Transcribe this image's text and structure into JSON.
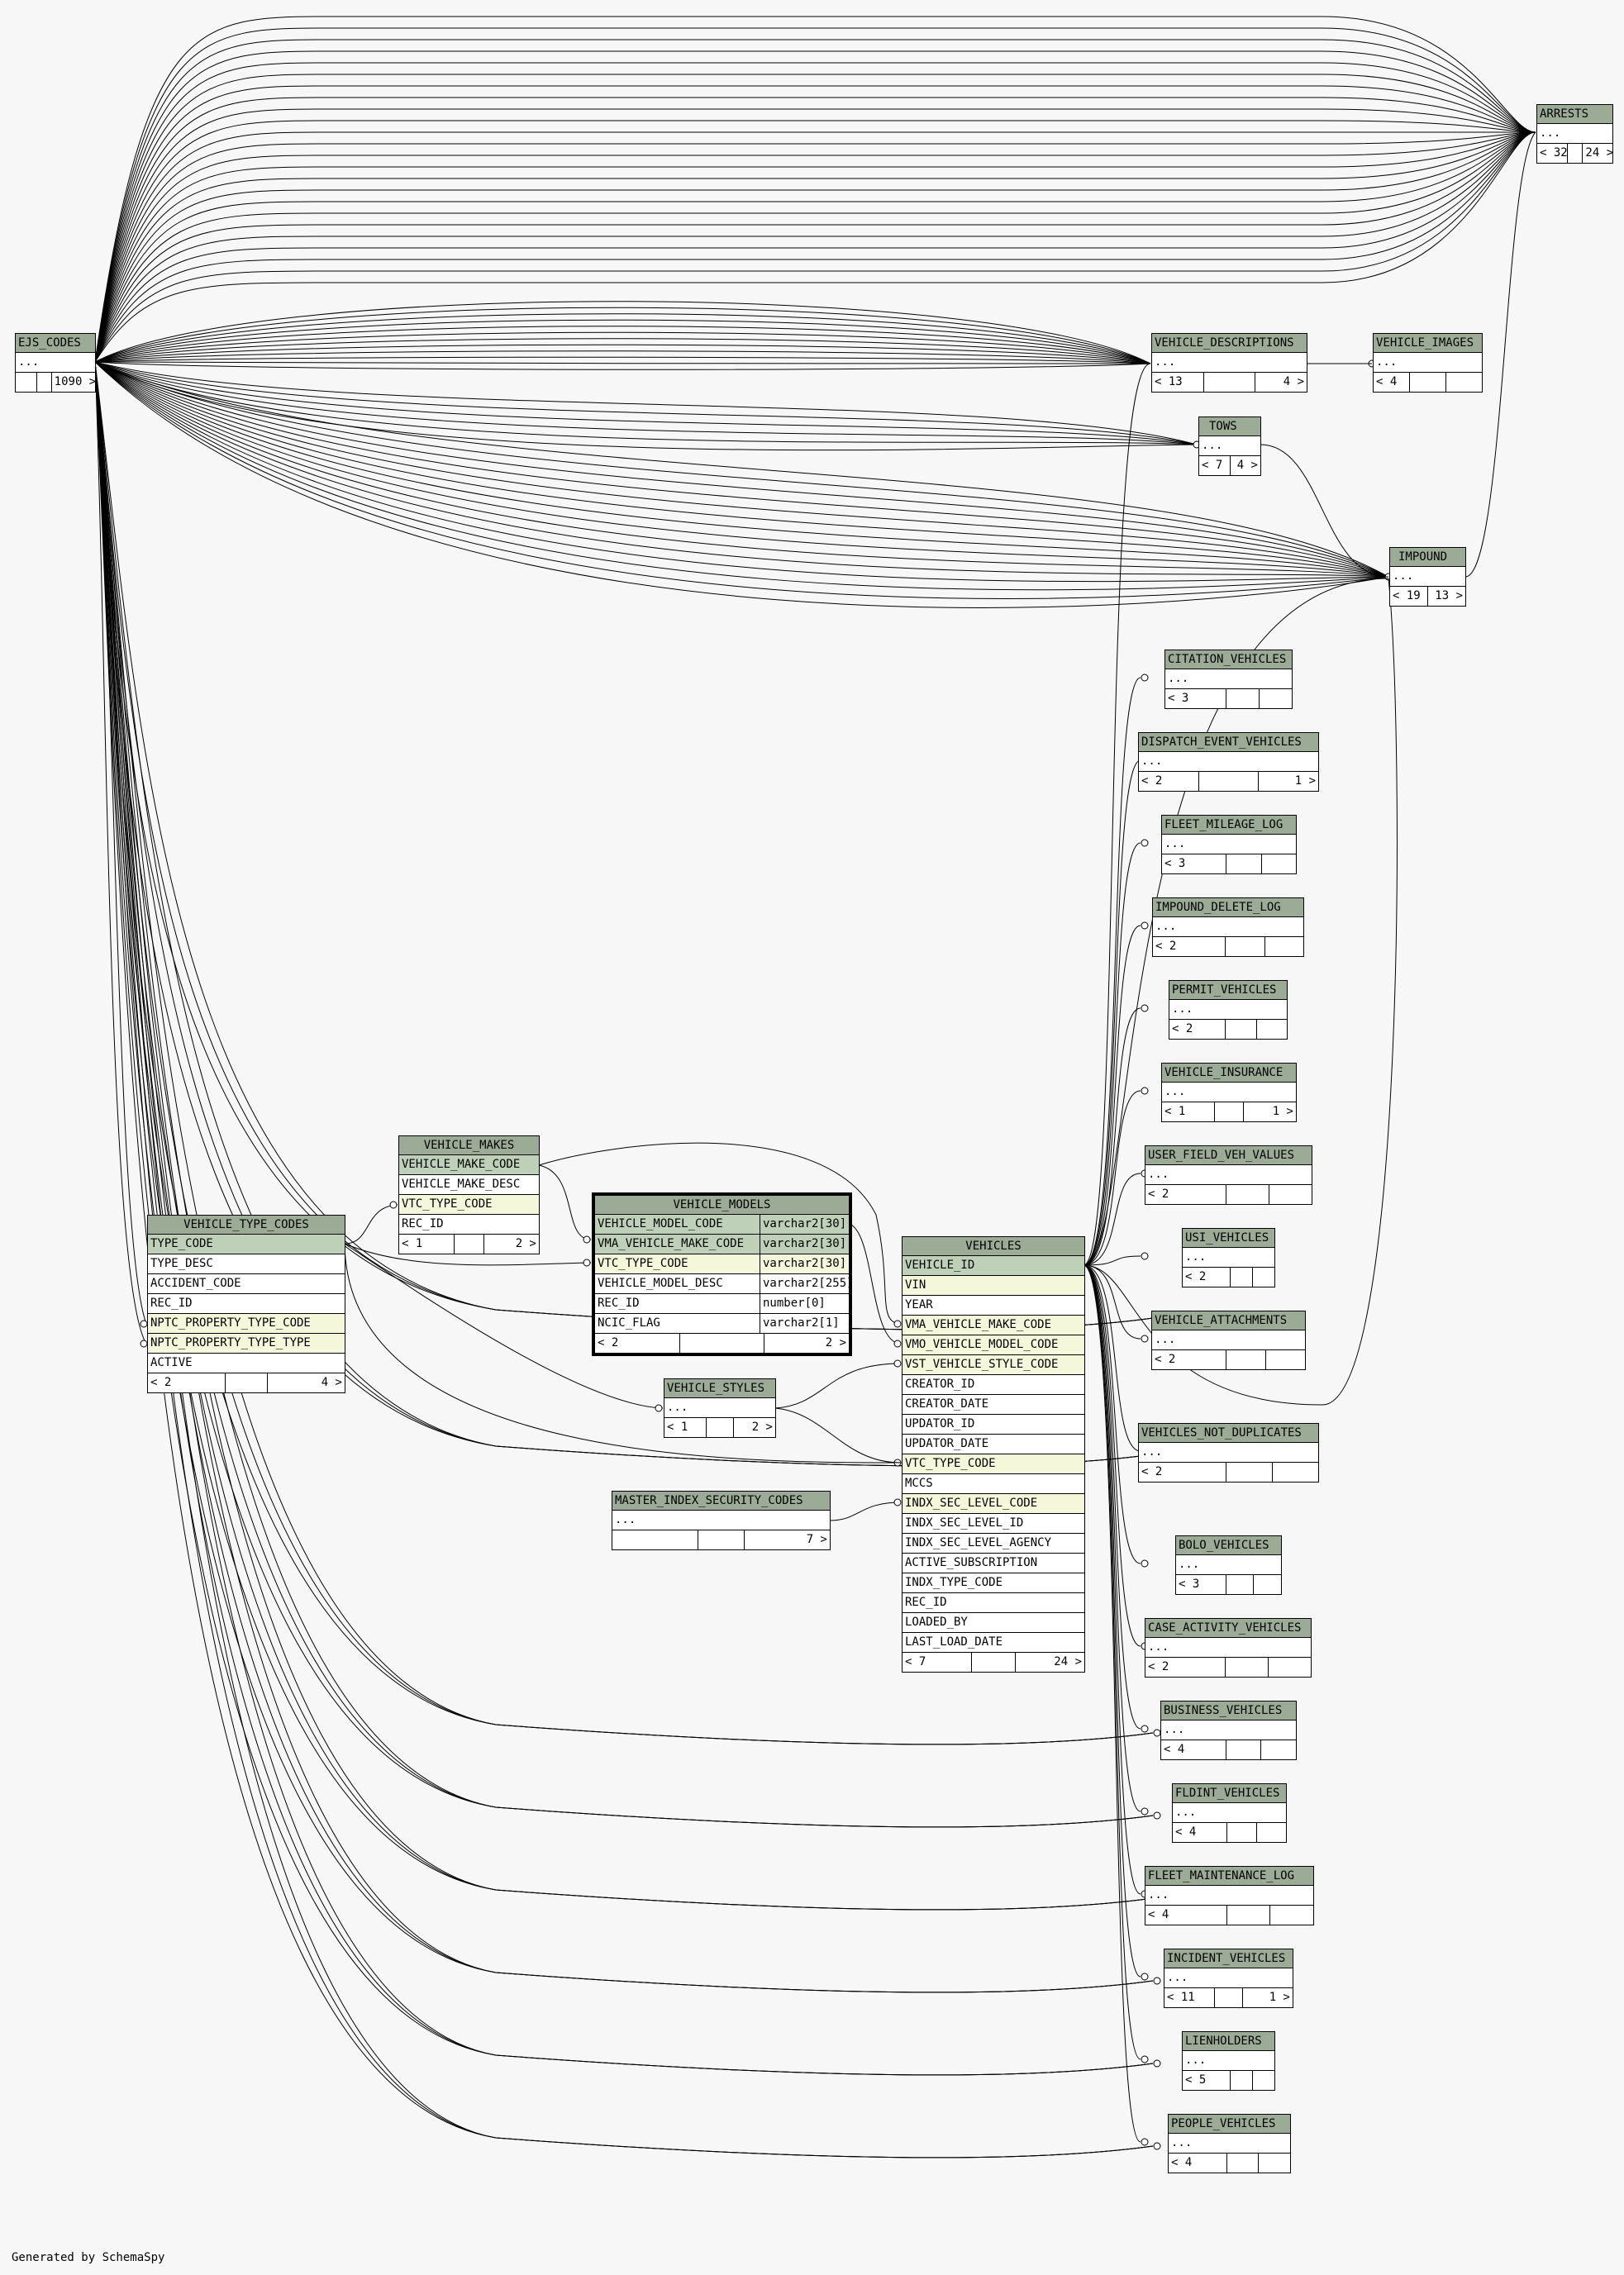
{
  "footer": "Generated by SchemaSpy",
  "tables": {
    "ejs_codes": {
      "name": "EJS_CODES",
      "ellipsis": "...",
      "children": "1090 >"
    },
    "arrests": {
      "name": "ARRESTS",
      "ellipsis": "...",
      "parents": "< 32",
      "children": "24 >"
    },
    "vehicle_descriptions": {
      "name": "VEHICLE_DESCRIPTIONS",
      "ellipsis": "...",
      "parents": "< 13",
      "children": "4 >"
    },
    "vehicle_images": {
      "name": "VEHICLE_IMAGES",
      "ellipsis": "...",
      "parents": "< 4"
    },
    "tows": {
      "name": "TOWS",
      "ellipsis": "...",
      "parents": "< 7",
      "children": "4 >"
    },
    "impound": {
      "name": "IMPOUND",
      "ellipsis": "...",
      "parents": "< 19",
      "children": "13 >"
    },
    "citation_vehicles": {
      "name": "CITATION_VEHICLES",
      "ellipsis": "...",
      "parents": "< 3"
    },
    "dispatch_event_vehicles": {
      "name": "DISPATCH_EVENT_VEHICLES",
      "ellipsis": "...",
      "parents": "< 2",
      "children": "1 >"
    },
    "fleet_mileage_log": {
      "name": "FLEET_MILEAGE_LOG",
      "ellipsis": "...",
      "parents": "< 3"
    },
    "impound_delete_log": {
      "name": "IMPOUND_DELETE_LOG",
      "ellipsis": "...",
      "parents": "< 2"
    },
    "permit_vehicles": {
      "name": "PERMIT_VEHICLES",
      "ellipsis": "...",
      "parents": "< 2"
    },
    "vehicle_insurance": {
      "name": "VEHICLE_INSURANCE",
      "ellipsis": "...",
      "parents": "< 1",
      "children": "1 >"
    },
    "user_field_veh_values": {
      "name": "USER_FIELD_VEH_VALUES",
      "ellipsis": "...",
      "parents": "< 2"
    },
    "usi_vehicles": {
      "name": "USI_VEHICLES",
      "ellipsis": "...",
      "parents": "< 2"
    },
    "vehicle_attachments": {
      "name": "VEHICLE_ATTACHMENTS",
      "ellipsis": "...",
      "parents": "< 2"
    },
    "vehicles_not_duplicates": {
      "name": "VEHICLES_NOT_DUPLICATES",
      "ellipsis": "...",
      "parents": "< 2"
    },
    "bolo_vehicles": {
      "name": "BOLO_VEHICLES",
      "ellipsis": "...",
      "parents": "< 3"
    },
    "case_activity_vehicles": {
      "name": "CASE_ACTIVITY_VEHICLES",
      "ellipsis": "...",
      "parents": "< 2"
    },
    "business_vehicles": {
      "name": "BUSINESS_VEHICLES",
      "ellipsis": "...",
      "parents": "< 4"
    },
    "fldint_vehicles": {
      "name": "FLDINT_VEHICLES",
      "ellipsis": "...",
      "parents": "< 4"
    },
    "fleet_maintenance_log": {
      "name": "FLEET_MAINTENANCE_LOG",
      "ellipsis": "...",
      "parents": "< 4"
    },
    "incident_vehicles": {
      "name": "INCIDENT_VEHICLES",
      "ellipsis": "...",
      "parents": "< 11",
      "children": "1 >"
    },
    "lienholders": {
      "name": "LIENHOLDERS",
      "ellipsis": "...",
      "parents": "< 5"
    },
    "people_vehicles": {
      "name": "PEOPLE_VEHICLES",
      "ellipsis": "...",
      "parents": "< 4"
    },
    "vehicle_styles": {
      "name": "VEHICLE_STYLES",
      "ellipsis": "...",
      "parents": "< 1",
      "children": "2 >"
    },
    "master_index_security_codes": {
      "name": "MASTER_INDEX_SECURITY_CODES",
      "ellipsis": "...",
      "children": "7 >"
    },
    "vehicle_makes": {
      "name": "VEHICLE_MAKES",
      "columns": [
        "VEHICLE_MAKE_CODE",
        "VEHICLE_MAKE_DESC",
        "VTC_TYPE_CODE",
        "REC_ID"
      ],
      "parents": "< 1",
      "children": "2 >"
    },
    "vehicle_type_codes": {
      "name": "VEHICLE_TYPE_CODES",
      "columns": [
        "TYPE_CODE",
        "TYPE_DESC",
        "ACCIDENT_CODE",
        "REC_ID",
        "NPTC_PROPERTY_TYPE_CODE",
        "NPTC_PROPERTY_TYPE_TYPE",
        "ACTIVE"
      ],
      "parents": "< 2",
      "children": "4 >"
    },
    "vehicle_models": {
      "name": "VEHICLE_MODELS",
      "columns": [
        {
          "name": "VEHICLE_MODEL_CODE",
          "type": "varchar2[30]"
        },
        {
          "name": "VMA_VEHICLE_MAKE_CODE",
          "type": "varchar2[30]"
        },
        {
          "name": "VTC_TYPE_CODE",
          "type": "varchar2[30]"
        },
        {
          "name": "VEHICLE_MODEL_DESC",
          "type": "varchar2[255]"
        },
        {
          "name": "REC_ID",
          "type": "number[0]"
        },
        {
          "name": "NCIC_FLAG",
          "type": "varchar2[1]"
        }
      ],
      "parents": "< 2",
      "children": "2 >"
    },
    "vehicles": {
      "name": "VEHICLES",
      "columns": [
        "VEHICLE_ID",
        "VIN",
        "YEAR",
        "VMA_VEHICLE_MAKE_CODE",
        "VMO_VEHICLE_MODEL_CODE",
        "VST_VEHICLE_STYLE_CODE",
        "CREATOR_ID",
        "CREATOR_DATE",
        "UPDATOR_ID",
        "UPDATOR_DATE",
        "VTC_TYPE_CODE",
        "MCCS",
        "INDX_SEC_LEVEL_CODE",
        "INDX_SEC_LEVEL_ID",
        "INDX_SEC_LEVEL_AGENCY",
        "ACTIVE_SUBSCRIPTION",
        "INDX_TYPE_CODE",
        "REC_ID",
        "LOADED_BY",
        "LAST_LOAD_DATE"
      ],
      "parents": "< 7",
      "children": "24 >"
    }
  },
  "colors": {
    "header": "#9bab96",
    "primary_key_row": "#bed1b8",
    "foreign_key_row": "#f4f7da",
    "background": "#f7f7f7"
  }
}
